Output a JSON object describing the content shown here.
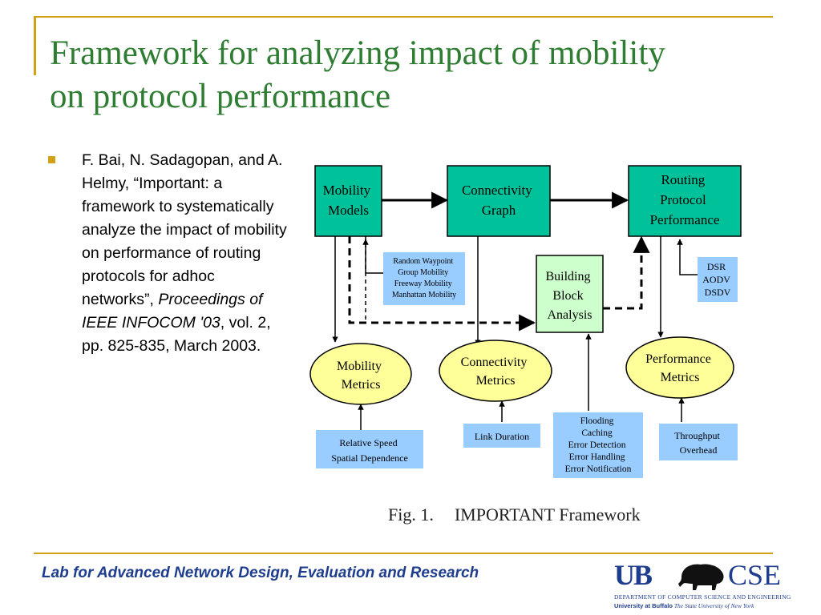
{
  "slide": {
    "title_line1": "Framework for analyzing impact of mobility",
    "title_line2": "on protocol performance"
  },
  "citation": {
    "authors": "F. Bai, N. Sadagopan, and A. Helmy, “Important: a framework to systematically analyze the impact of mobility on performance of routing protocols for adhoc networks”,",
    "venue": "Proceedings of IEEE INFOCOM '03",
    "details": ", vol. 2, pp. 825-835, March 2003."
  },
  "diagram": {
    "colors": {
      "box_fill": "#00c29a",
      "ellipse_fill": "#ffff99",
      "note_fill": "#99ccff",
      "building_block_fill": "#ccffcc"
    },
    "boxes": {
      "mobility_models": [
        "Mobility",
        "Models"
      ],
      "connectivity_graph": [
        "Connectivity",
        "Graph"
      ],
      "routing_protocol_performance": [
        "Routing",
        "Protocol",
        "Performance"
      ],
      "building_block_analysis": [
        "Building",
        "Block",
        "Analysis"
      ]
    },
    "ellipses": {
      "mobility_metrics": [
        "Mobility",
        "Metrics"
      ],
      "connectivity_metrics": [
        "Connectivity",
        "Metrics"
      ],
      "performance_metrics": [
        "Performance",
        "Metrics"
      ]
    },
    "notes": {
      "mobility_models": [
        "Random Waypoint",
        "Group Mobility",
        "Freeway Mobility",
        "Manhattan Mobility"
      ],
      "protocols": [
        "DSR",
        "AODV",
        "DSDV"
      ],
      "mobility_metrics": [
        "Relative Speed",
        "Spatial Dependence"
      ],
      "connectivity_metrics": [
        "Link Duration"
      ],
      "building_blocks": [
        "Flooding",
        "Caching",
        "Error Detection",
        "Error Handling",
        "Error Notification"
      ],
      "performance_metrics": [
        "Throughput",
        "Overhead"
      ]
    }
  },
  "caption": {
    "number": "Fig. 1.",
    "text": "IMPORTANT Framework"
  },
  "footer": {
    "lab_name": "Lab for Advanced Network Design, Evaluation and Research",
    "logo": {
      "ub": "UB",
      "cse": "CSE",
      "department": "DEPARTMENT OF COMPUTER SCIENCE AND ENGINEERING",
      "university_bold": "University at Buffalo",
      "university_italic": "The State University of New York"
    }
  }
}
